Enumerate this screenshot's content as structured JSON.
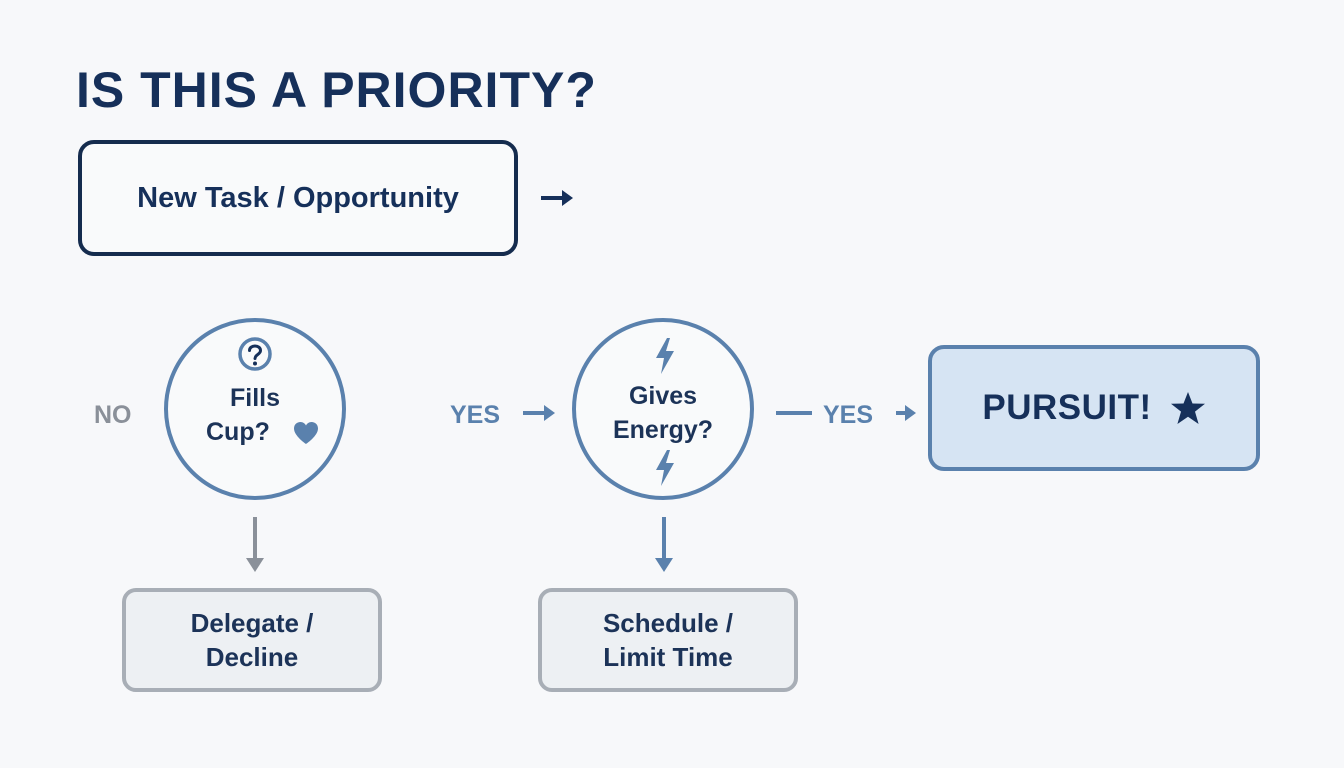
{
  "title": "IS THIS A PRIORITY?",
  "start": {
    "label": "New Task / Opportunity"
  },
  "decisions": [
    {
      "line1": "Fills",
      "line2": "Cup?"
    },
    {
      "line1": "Gives",
      "line2": "Energy?"
    }
  ],
  "branch_labels": {
    "no": "NO",
    "yes_first": "YES",
    "yes_second": "YES"
  },
  "outcomes": {
    "pursuit": "PURSUIT!",
    "delegate": "Delegate /\nDecline",
    "schedule": "Schedule /\nLimit Time"
  },
  "icons": {
    "question": "question-circle-icon",
    "heart": "heart-icon",
    "bolt": "lightning-bolt-icon",
    "star": "star-icon"
  },
  "colors": {
    "navy": "#16305a",
    "steel_blue": "#5a81ad",
    "gray": "#8a9099",
    "pursuit_fill": "#d6e4f3",
    "outcome_fill": "#edf0f3",
    "background": "#f7f8fa"
  }
}
